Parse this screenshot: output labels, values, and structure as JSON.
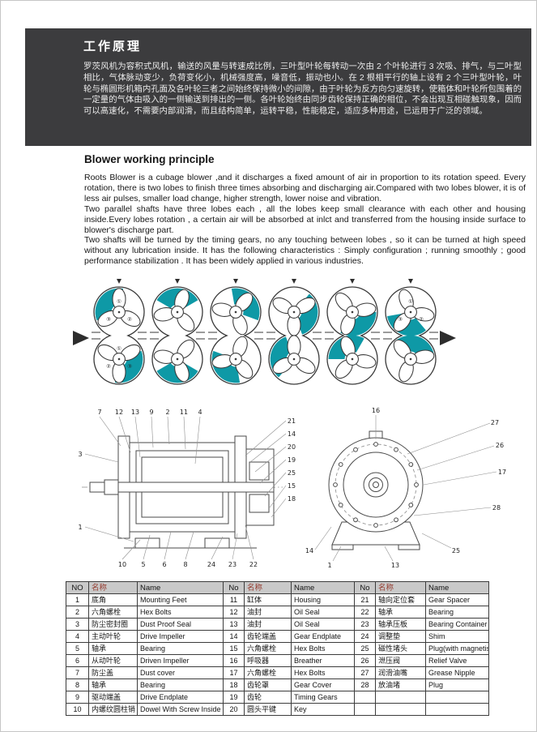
{
  "header": {
    "title": "工作原理",
    "body": "罗茨风机为容积式风机，输送的风量与转速成比例，三叶型叶轮每转动一次由 2 个叶轮进行 3 次吸、排气，与二叶型相比，气体脉动变少，负荷变化小，机械强度高，噪音低，振动也小。在 2 根相平行的轴上设有 2 个三叶型叶轮，叶轮与椭圆形机箱内孔面及各叶轮三者之间始终保持微小的间隙，由于叶轮为反方向匀速旋转，使箱体和叶轮所包围着的一定量的气体由吸入的一侧输送到排出的一侧。各叶轮始终由同步齿轮保持正确的相位，不会出现互相碰触现象，因而可以高速化，不需要内部润滑，而且结构简单，运转平稳，性能稳定，适应多种用途，已运用于广泛的领域。"
  },
  "principle": {
    "title": "Blower working principle",
    "paragraphs": [
      "Roots Blower is a cubage blower ,and it discharges a fixed amount of air in proportion to its rotation speed. Every rotation, there is two lobes to finish three times absorbing and discharging air.Compared with two lobes blower, it is of less air pulses, smaller load change, higher strength, lower noise and vibration.",
      "Two parallel shafts have three lobes each , all the lobes keep small clearance with each other and housing inside.Every lobes rotation , a certain air will be absorbed at inlct and transferred from the housing inside surface to blower's discharge part.",
      "Two shafts will be turned by the timing gears, no any touching between lobes , so it can be turned at high speed without any lubrication inside. It has the following characteristics : Simply configuration ; running smoothly ; good performance stabilization . It has been widely applied in various industries."
    ]
  },
  "rotation": {
    "lobe_numbers": [
      "①",
      "②",
      "③"
    ],
    "accent_color": "#0e99a6"
  },
  "drawings": {
    "sectional_callouts": [
      "7",
      "12",
      "13",
      "9",
      "2",
      "11",
      "4",
      "21",
      "14",
      "20",
      "19",
      "25",
      "15",
      "18",
      "10",
      "5",
      "6",
      "8",
      "24",
      "23",
      "22",
      "3",
      "1"
    ],
    "end_view_callouts": [
      "16",
      "27",
      "26",
      "17",
      "28",
      "25",
      "13",
      "1",
      "14"
    ]
  },
  "table": {
    "headers": [
      "NO",
      "名称",
      "Name",
      "No",
      "名称",
      "Name",
      "No",
      "名称",
      "Name"
    ],
    "rows": [
      [
        "1",
        "底角",
        "Mounting Feet",
        "11",
        "缸体",
        "Housing",
        "21",
        "轴向定位套",
        "Gear Spacer"
      ],
      [
        "2",
        "六角螺栓",
        "Hex Bolts",
        "12",
        "油封",
        "Oil Seal",
        "22",
        "轴承",
        "Bearing"
      ],
      [
        "3",
        "防尘密封圈",
        "Dust Proof Seal",
        "13",
        "油封",
        "Oil Seal",
        "23",
        "轴承压板",
        "Bearing Container"
      ],
      [
        "4",
        "主动叶轮",
        "Drive Impeller",
        "14",
        "齿轮端盖",
        "Gear Endplate",
        "24",
        "调整垫",
        "Shim"
      ],
      [
        "5",
        "轴承",
        "Bearing",
        "15",
        "六角螺栓",
        "Hex Bolts",
        "25",
        "磁性堵头",
        "Plug(with magnetism)"
      ],
      [
        "6",
        "从动叶轮",
        "Driven Impeller",
        "16",
        "呼吸器",
        "Breather",
        "26",
        "泄压阀",
        "Relief Valve"
      ],
      [
        "7",
        "防尘盖",
        "Dust cover",
        "17",
        "六角螺栓",
        "Hex Bolts",
        "27",
        "润滑油嘴",
        "Grease Nipple"
      ],
      [
        "8",
        "轴承",
        "Bearing",
        "18",
        "齿轮罩",
        "Gear Cover",
        "28",
        "放油堵",
        "Plug"
      ],
      [
        "9",
        "驱动端盖",
        "Drive Endplate",
        "19",
        "齿轮",
        "Timing Gears",
        "",
        "",
        ""
      ],
      [
        "10",
        "内螺纹圆柱销",
        "Dowel With Screw Inside",
        "20",
        "圆头平键",
        "Key",
        "",
        "",
        ""
      ]
    ]
  }
}
